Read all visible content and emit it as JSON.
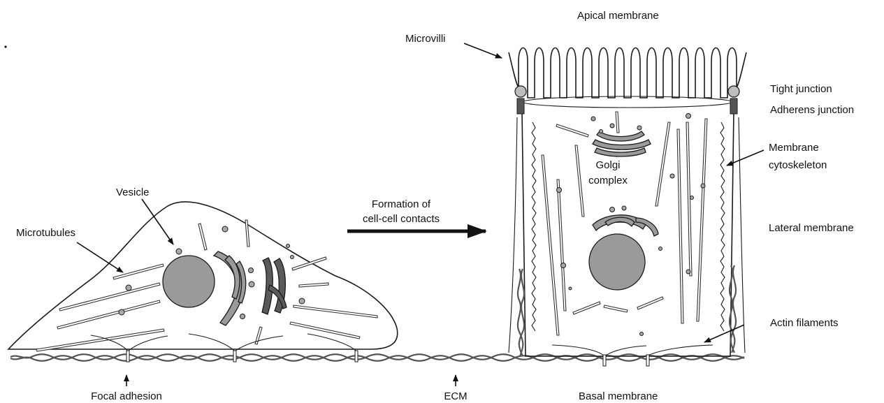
{
  "labels": {
    "apical_membrane": "Apical membrane",
    "microvilli": "Microvilli",
    "tight_junction": "Tight junction",
    "adherens_junction": "Adherens junction",
    "membrane_cytoskeleton_line1": "Membrane",
    "membrane_cytoskeleton_line2": "cytoskeleton",
    "golgi_line1": "Golgi",
    "golgi_line2": "complex",
    "lateral_membrane": "Lateral membrane",
    "actin_filaments": "Actin filaments",
    "basal_membrane": "Basal membrane",
    "ecm": "ECM",
    "focal_adhesion": "Focal adhesion",
    "vesicle": "Vesicle",
    "microtubules": "Microtubules",
    "formation_line1": "Formation of",
    "formation_line2": "cell-cell contacts"
  },
  "colors": {
    "line": "#1a1a1a",
    "organelle_fill": "#9a9a9a",
    "dark_fill": "#5a5a5a",
    "ecm": "#555555"
  }
}
